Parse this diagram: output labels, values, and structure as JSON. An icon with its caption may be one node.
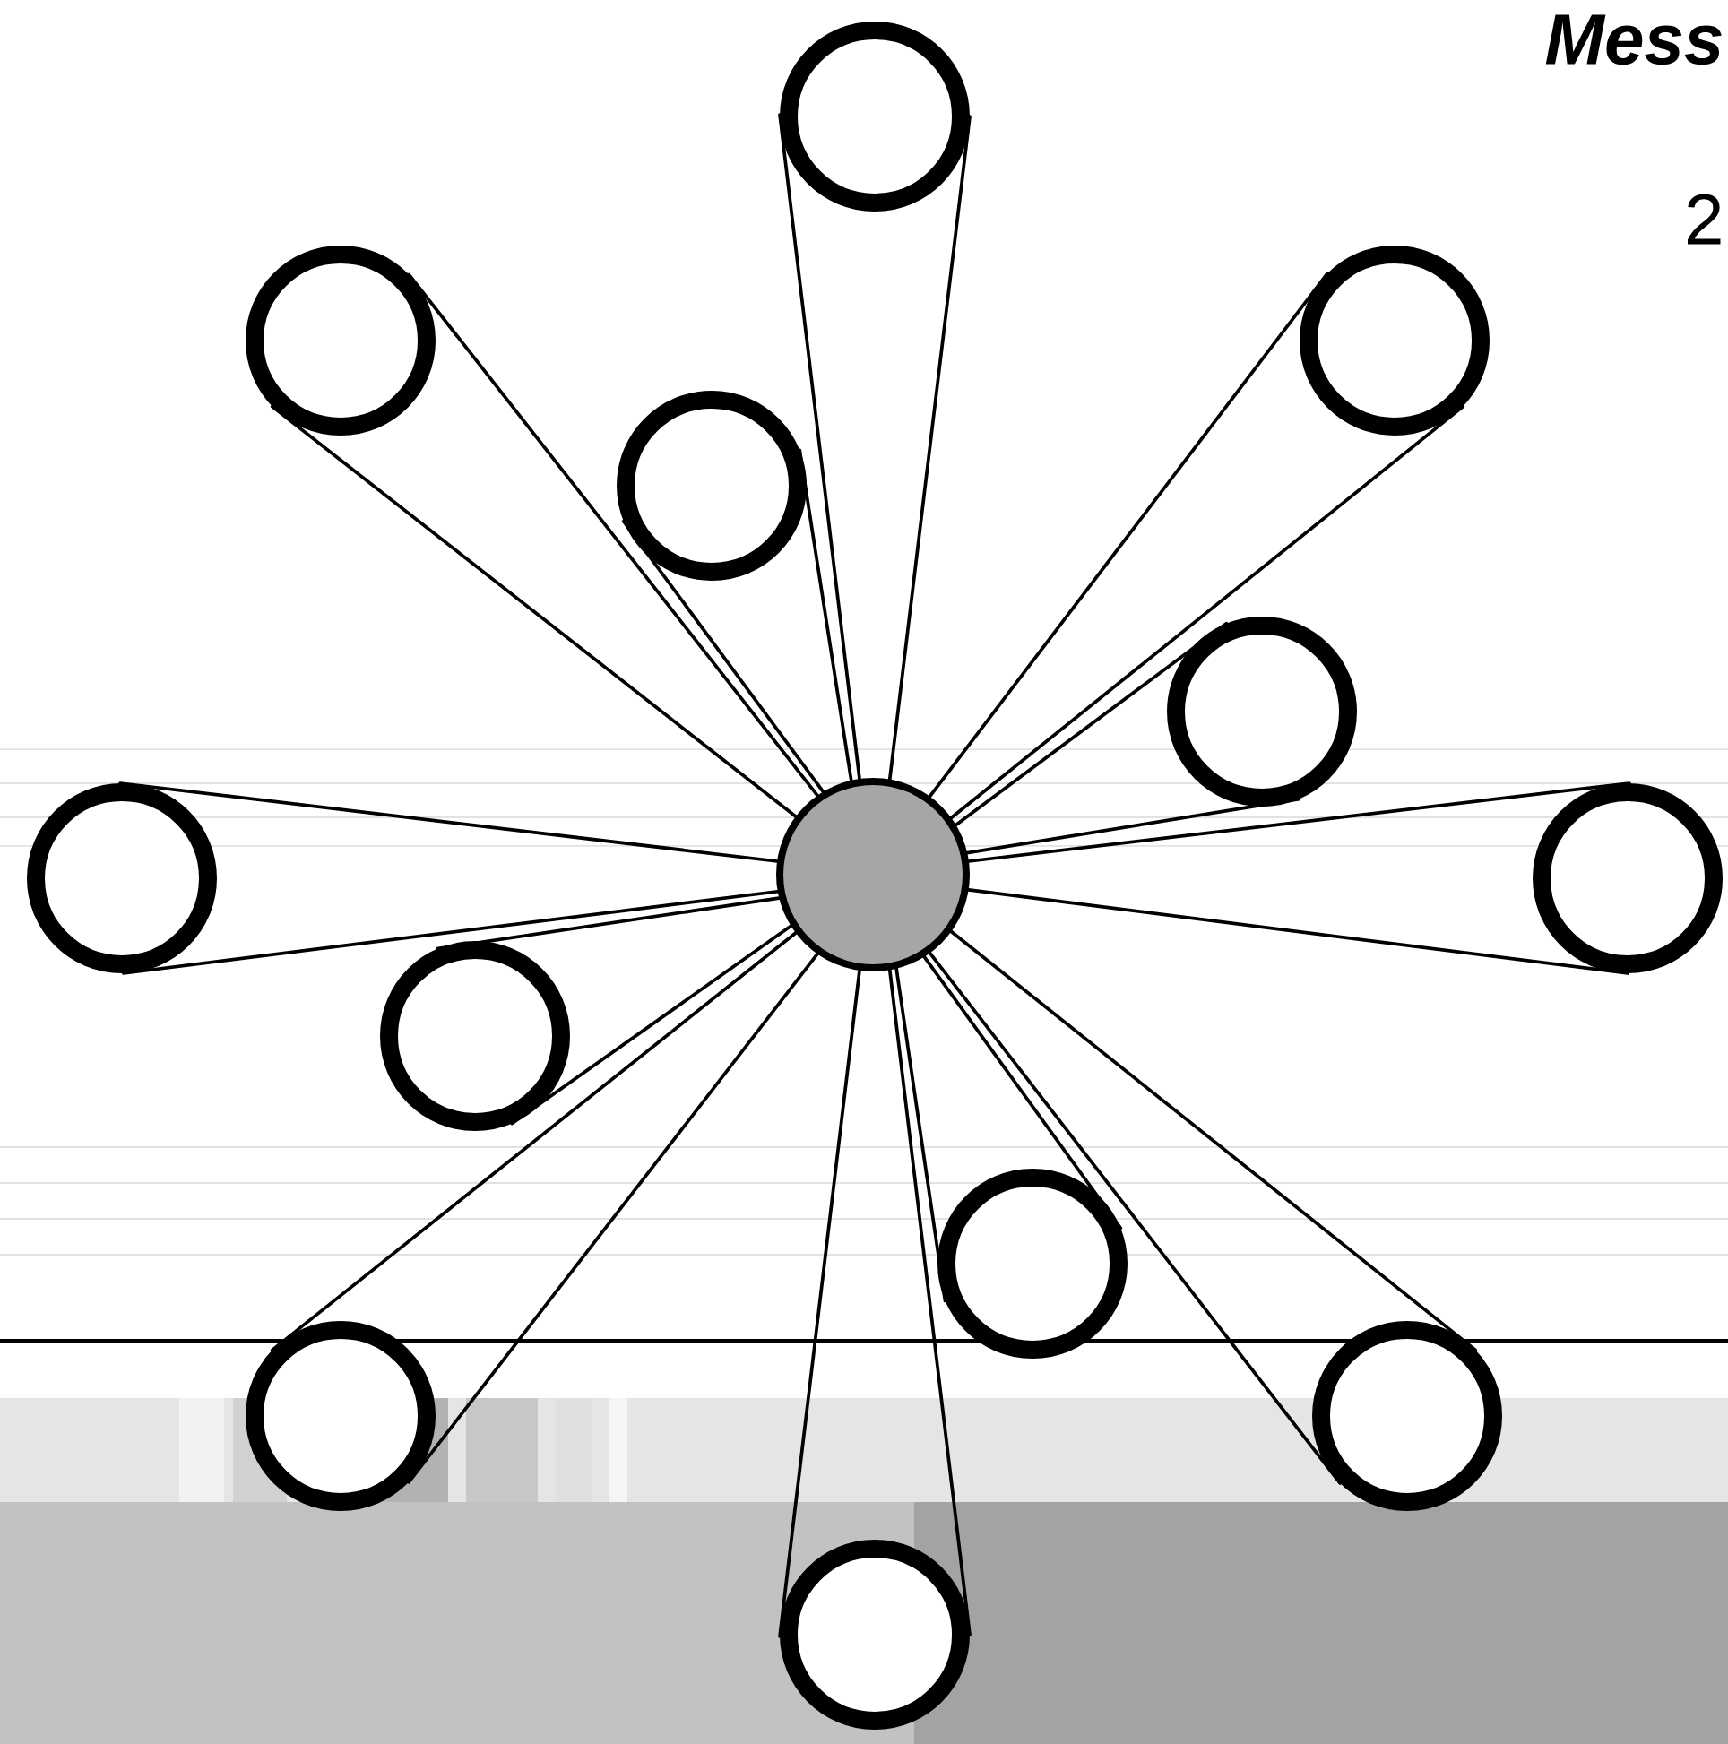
{
  "diagram": {
    "nodes": [
      {
        "text": [],
        "shape": "circle"
      },
      {
        "text": [],
        "shape": "circle"
      },
      {
        "text": [],
        "shape": "circle"
      },
      {
        "text": [],
        "shape": "circle"
      },
      {
        "text": [],
        "shape": "circle"
      },
      {
        "text": [],
        "shape": "circle"
      },
      {
        "text": [],
        "shape": "circle"
      },
      {
        "text": [],
        "shape": "circle"
      },
      {
        "text": [],
        "shape": "circle"
      },
      {
        "text": [],
        "shape": "circle"
      },
      {
        "text": [],
        "shape": "circle"
      },
      {
        "text": [],
        "shape": "circle"
      },
      {
        "text": [],
        "shape": "circle"
      }
    ],
    "edges": [
      {
        "from": 1,
        "to": 0,
        "arrow": "none"
      },
      {
        "from": 1,
        "to": 0,
        "arrow": "none"
      },
      {
        "from": 2,
        "to": 0,
        "arrow": "none"
      },
      {
        "from": 2,
        "to": 0,
        "arrow": "none"
      },
      {
        "from": 3,
        "to": 0,
        "arrow": "none"
      },
      {
        "from": 3,
        "to": 0,
        "arrow": "none"
      },
      {
        "from": 4,
        "to": 0,
        "arrow": "none"
      },
      {
        "from": 4,
        "to": 0,
        "arrow": "none"
      },
      {
        "from": 5,
        "to": 0,
        "arrow": "none"
      },
      {
        "from": 5,
        "to": 0,
        "arrow": "none"
      },
      {
        "from": 6,
        "to": 0,
        "arrow": "none"
      },
      {
        "from": 6,
        "to": 0,
        "arrow": "none"
      },
      {
        "from": 7,
        "to": 0,
        "arrow": "none"
      },
      {
        "from": 7,
        "to": 0,
        "arrow": "none"
      },
      {
        "from": 8,
        "to": 0,
        "arrow": "none"
      },
      {
        "from": 8,
        "to": 0,
        "arrow": "none"
      },
      {
        "from": 9,
        "to": 0,
        "arrow": "none"
      },
      {
        "from": 9,
        "to": 0,
        "arrow": "none"
      },
      {
        "from": 10,
        "to": 0,
        "arrow": "none"
      },
      {
        "from": 10,
        "to": 0,
        "arrow": "none"
      },
      {
        "from": 11,
        "to": 0,
        "arrow": "none"
      },
      {
        "from": 11,
        "to": 0,
        "arrow": "none"
      },
      {
        "from": 12,
        "to": 0,
        "arrow": "none"
      },
      {
        "from": 12,
        "to": 0,
        "arrow": "none"
      }
    ],
    "labels": [
      "Mess",
      "2"
    ]
  }
}
